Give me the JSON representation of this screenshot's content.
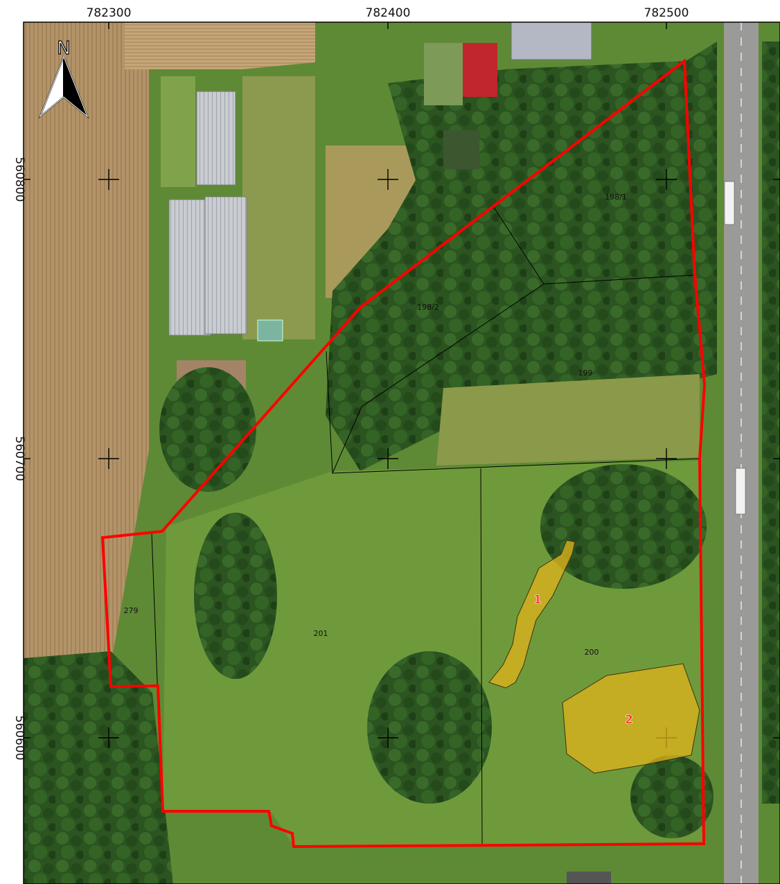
{
  "grid": {
    "x_labels": [
      "782300",
      "782400",
      "782500"
    ],
    "y_labels": [
      "560800",
      "560700",
      "560600"
    ]
  },
  "north_arrow": {
    "letter": "N",
    "icon": "north-arrow-icon"
  },
  "parcels": [
    "198/1",
    "198/2",
    "199",
    "200",
    "201",
    "279"
  ],
  "zones": [
    "1",
    "2"
  ],
  "colors": {
    "boundary": "#ff0000",
    "zone_fill": "#e0b21b",
    "parcel_line": "#000000",
    "grass": "#6f9a3c",
    "forest": "#2f5a24",
    "field": "#b89a6e"
  }
}
